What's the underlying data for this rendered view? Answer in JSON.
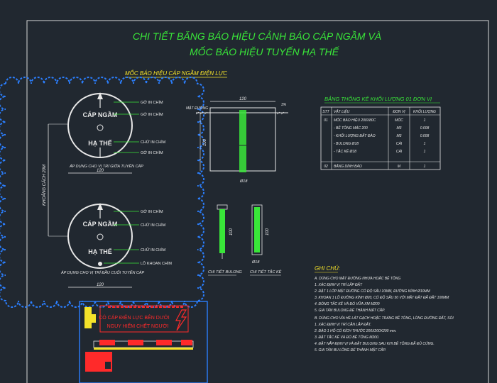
{
  "title": {
    "line1": "CHI TIẾT BĂNG BÁO HIỆU CẢNH BÁO CÁP NGẦM VÀ",
    "line2": "MỐC BÁO HIỆU TUYẾN HẠ THẾ"
  },
  "marker_section": {
    "heading": "MỐC BÁO HIỆU CÁP NGẦM ĐIỆN LỰC",
    "top_marker": {
      "text_top": "CÁP NGẦM",
      "text_bottom": "HẠ THẾ",
      "callouts": [
        "GỜ IN CHÌM",
        "GỜ IN CHÌM",
        "CHỮ IN CHÌM",
        "GỜ IN CHÌM"
      ],
      "caption": "ÁP DỤNG CHO VỊ TRÍ GIỮA TUYẾN CÁP",
      "dim": "120"
    },
    "bottom_marker": {
      "text_top": "CÁP NGẦM",
      "text_bottom": "HẠ THẾ",
      "callouts": [
        "GỜ IN CHÌM",
        "CHỮ IN CHÌM",
        "CHỮ IN CHÌM",
        "LỖ KHOAN CHÌM"
      ],
      "caption": "ÁP DỤNG CHO VỊ TRÍ ĐẦU CUỐI TUYẾN CÁP",
      "dim": "120"
    },
    "spacing_label": "KHOẢNG CÁCH 20M"
  },
  "elevation": {
    "dim_top": "120",
    "ground_label": "MẶT ĐƯỜNG",
    "dim_side": "100",
    "slope_label": "3%",
    "bolt_label": "Ø18"
  },
  "details": {
    "bulong_label": "CHI TIẾT BULONG",
    "bulong_dim": "100",
    "tacke_label": "CHI TIẾT TẮC KÊ",
    "tacke_dim": "100",
    "d1": "Ø18",
    "d2": "Ø18"
  },
  "table": {
    "title": "BẢNG THỐNG KÊ KHỐI LƯỢNG 01 ĐƠN VỊ",
    "headers": [
      "STT",
      "VẬT LIỆU",
      "ĐƠN VỊ",
      "KHỐI LƯỢNG"
    ],
    "rows": [
      [
        "01",
        "MỐC BÁO HIỆU 200X80C",
        "MỐC",
        "1"
      ],
      [
        "",
        "- BÊ TÔNG MÁC 200",
        "M3",
        "0.008"
      ],
      [
        "",
        "- KHỐI LƯỢNG ĐẤT ĐÀO",
        "M3",
        "0.008"
      ],
      [
        "",
        "- BULONG Ø18",
        "CÁI",
        "1"
      ],
      [
        "",
        "- TẮC KÊ Ø18",
        "CÁI",
        "1"
      ],
      [
        "02",
        "BĂNG DÍNH BÁO",
        "M",
        "1"
      ]
    ]
  },
  "notes": {
    "heading": "GHI CHÚ:",
    "part_a": [
      "A. DÙNG CHO MẶT ĐƯỜNG NHỰA HOẶC BÊ TÔNG",
      "1. XÁC ĐỊNH VỊ TRÍ LẮP ĐẶT",
      "2. ĐẶT 1 LỚP MẶT ĐƯỜNG CÓ ĐỘ SÂU 10MM, ĐƯỜNG KÍNH Ø10MM",
      "3. KHOAN 1 LỖ ĐƯỜNG KÍNH Ø20, CÓ ĐỘ SÂU 50 VỚI MẶT ĐẶT ĐÃ ĐẶT 100MM",
      "4. ĐÓNG TẮC KÊ VÀ ĐỔ VỮA XM M200",
      "5. GIA TĂN BULONG ĐỂ THÀNH MẶT CẮP."
    ],
    "part_b": [
      "B. DÙNG CHO VỈA HÈ LÁT GẠCH HOẶC TRÁNG BÊ TÔNG, LÒNG ĐƯỜNG ĐẤT, SỎI",
      "1. XÁC ĐỊNH VỊ TRÍ CẦN LẮP ĐẶT.",
      "2. ĐÀO 1 HỐ CÓ KÍCH THƯỚC 200X200X200 mm.",
      "3. ĐẶT TẮC KÊ VÀ ĐỔ BÊ TÔNG M200.",
      "4. ĐẶT NẮP ĐỊNH VỊ VÀ ĐẶT BULONG SAU KHI BÊ TÔNG ĐÃ ĐỦ CỨNG.",
      "5. GIA TĂN BU LÔNG ĐỂ THÀNH MẶT CẮP."
    ]
  },
  "warning_tape": {
    "line1": "CÓ CÁP ĐIỆN LỰC BÊN DƯỚI",
    "line2": "NGUY HIỂM CHẾT NGƯỜI"
  },
  "colors": {
    "background": "#212830",
    "green": "#39e639",
    "white": "#e8e8e8",
    "blue_border": "#2b7fff",
    "yellow": "#f4e22a",
    "red": "#ff2a2a"
  }
}
